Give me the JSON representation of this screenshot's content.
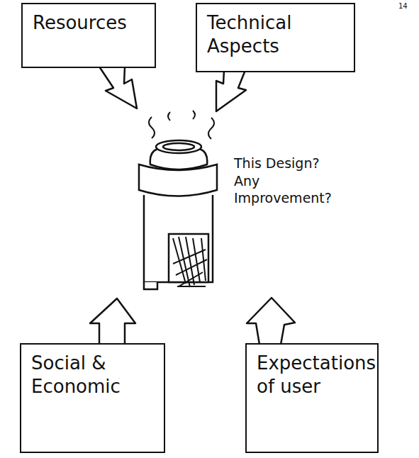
{
  "diagram": {
    "nodes": [
      {
        "text": [
          "Resources"
        ]
      },
      {
        "text": [
          "Technical Aspects"
        ]
      },
      {
        "text": [
          "Social & Economic"
        ]
      },
      {
        "text": [
          "Expectations of user"
        ]
      }
    ],
    "labels": [
      "This Design? Any Improvement?",
      "14"
    ]
  }
}
